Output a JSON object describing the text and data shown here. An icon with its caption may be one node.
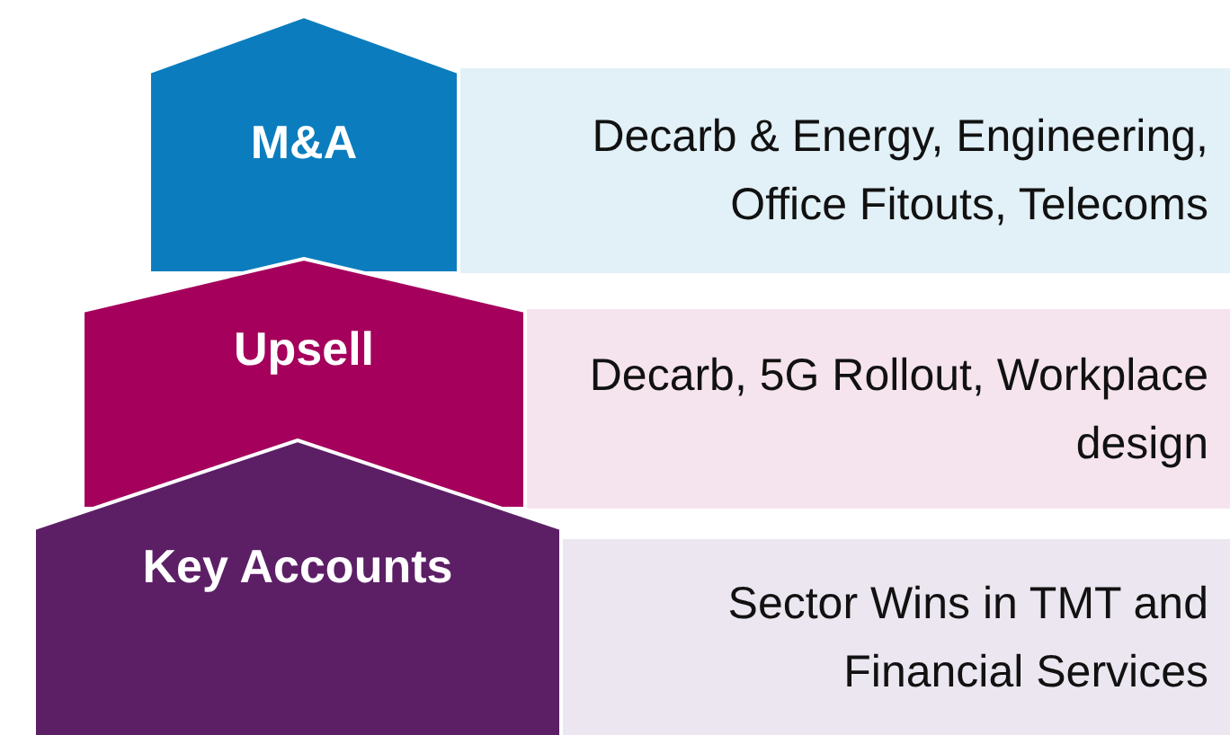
{
  "diagram": {
    "nodes": [
      {
        "text": [
          "M&A"
        ]
      },
      {
        "text": [
          "Decarb & Energy, Engineering, Office Fitouts, Telecoms"
        ]
      },
      {
        "text": [
          "Upsell"
        ]
      },
      {
        "text": [
          "Decarb, 5G Rollout, Workplace design"
        ]
      },
      {
        "text": [
          "Key Accounts"
        ]
      },
      {
        "text": [
          "Sector Wins in TMT and Financial Services"
        ]
      }
    ]
  }
}
